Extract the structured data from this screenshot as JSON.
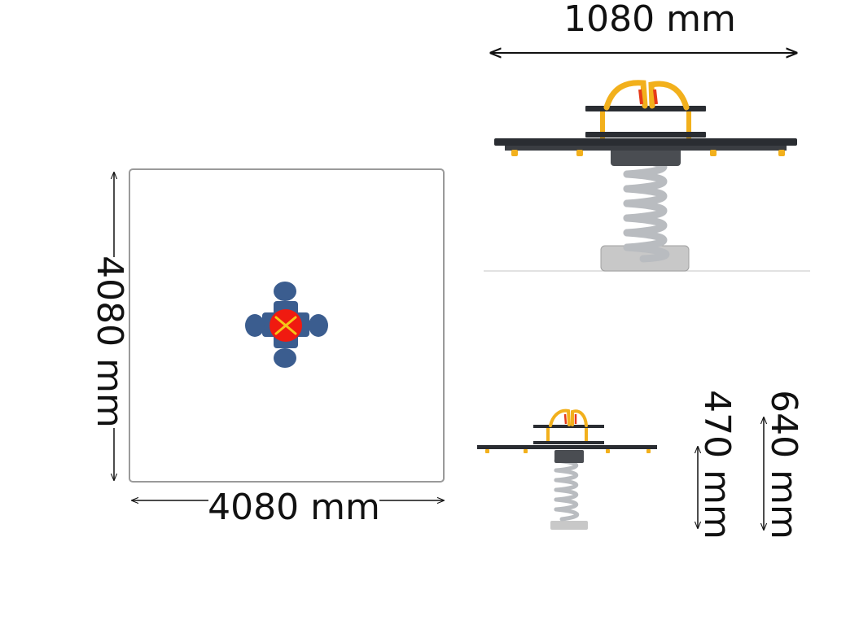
{
  "dimensions": {
    "plan_width": "4080 mm",
    "plan_depth": "4080 mm",
    "product_width": "1080 mm",
    "seat_height": "470 mm",
    "total_height": "640 mm"
  },
  "colors": {
    "seat_plate": "#2a2d32",
    "frame": "#f2b01c",
    "handle_red": "#e63a1a",
    "spring": "#b9bcc0",
    "base": "#c8c8c8",
    "plan_seat": "#3b5d8f",
    "plan_center": "#f01a10",
    "plan_cross": "#f5c518"
  }
}
